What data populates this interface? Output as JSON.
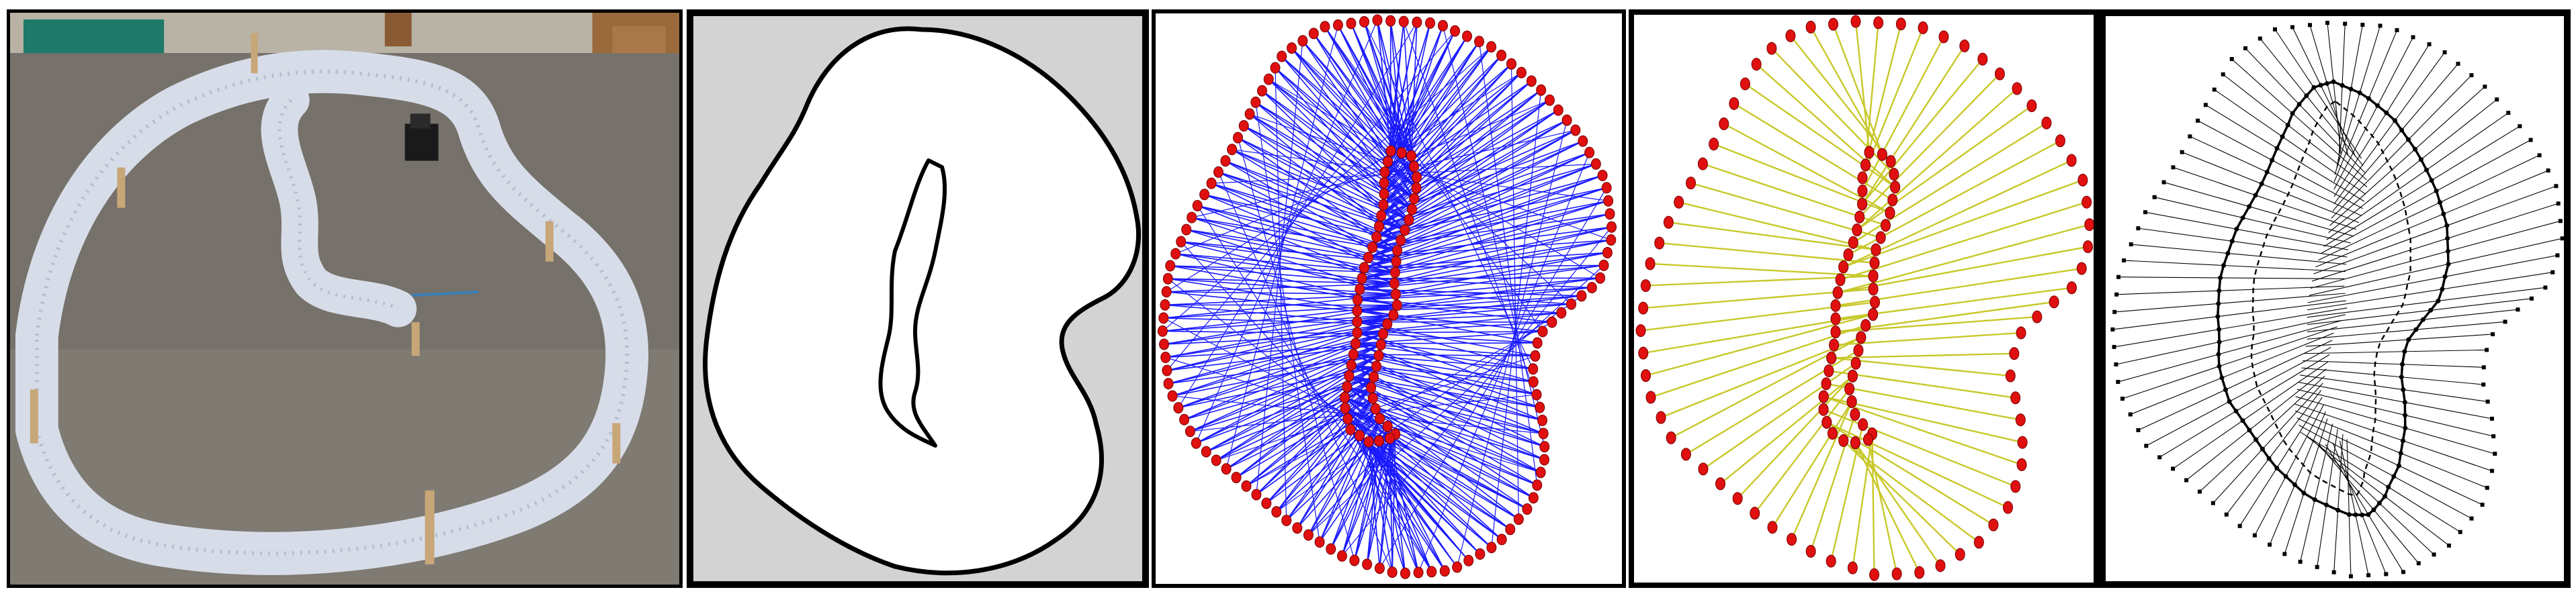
{
  "figure": {
    "panels": [
      {
        "id": "photo",
        "subject": "inflatable-tube-race-track-with-robot-car"
      },
      {
        "id": "occupancy-grid",
        "colors": {
          "free": "#ffffff",
          "unknown": "#d3d3d3",
          "wall": "#000000"
        }
      },
      {
        "id": "triangulation",
        "colors": {
          "edges": "#1a1aff",
          "vertices": "#e01010"
        }
      },
      {
        "id": "filtered-edges",
        "colors": {
          "edges": "#c8c82a",
          "vertices": "#e01010"
        }
      },
      {
        "id": "path",
        "colors": {
          "edges": "#000000",
          "reference-path": "#000000"
        }
      }
    ]
  }
}
